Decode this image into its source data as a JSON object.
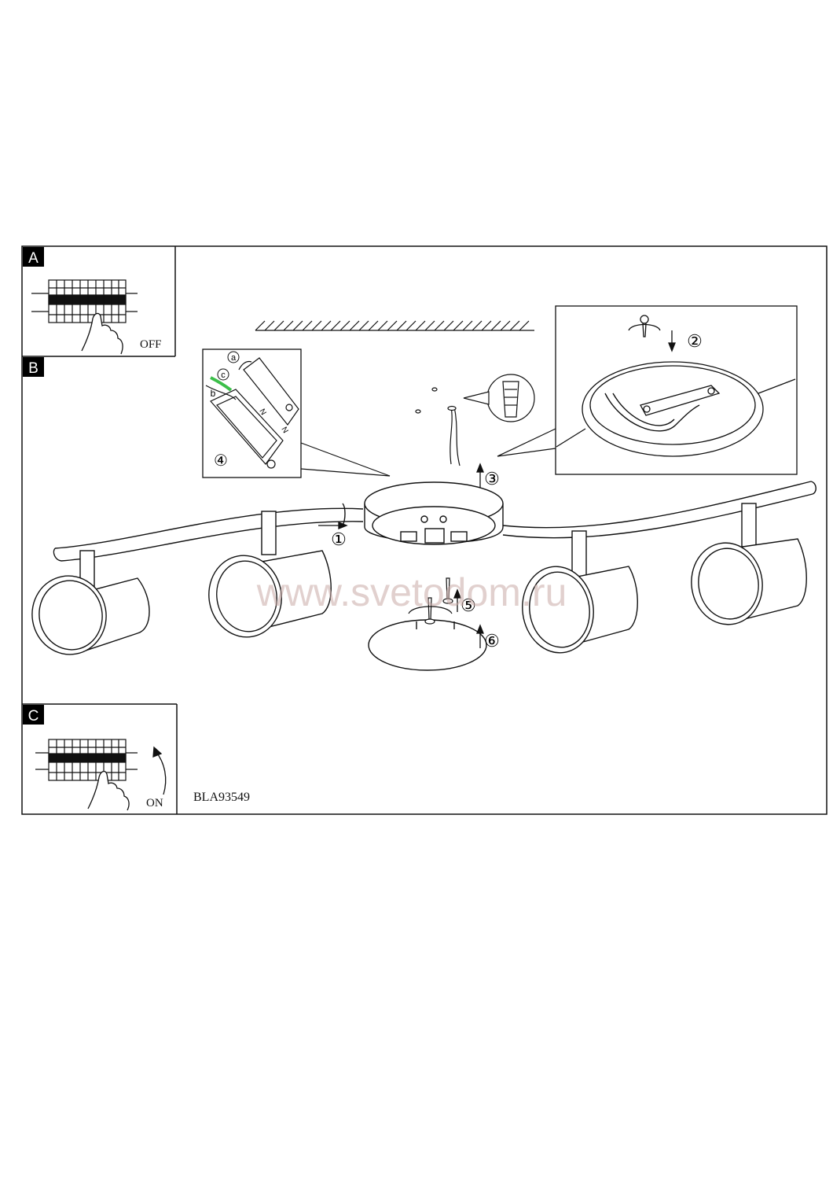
{
  "panels": {
    "a": {
      "letter": "A",
      "switch_state": "OFF"
    },
    "b": {
      "letter": "B"
    },
    "c": {
      "letter": "C",
      "switch_state": "ON"
    }
  },
  "steps": {
    "s1": "①",
    "s2": "②",
    "s3": "③",
    "s4": "④",
    "s5": "⑤",
    "s6": "⑥"
  },
  "wire_labels": {
    "a": "a",
    "b": "b",
    "c": "c"
  },
  "terminal_marks": {
    "n1": "N",
    "n2": "N"
  },
  "model_code": "BLA93549",
  "watermark": "www.svetodom.ru",
  "colors": {
    "line": "#111111",
    "panel_letter_bg": "#000000",
    "watermark": "#c9a9a6",
    "wire_green": "#3cbf4a"
  }
}
